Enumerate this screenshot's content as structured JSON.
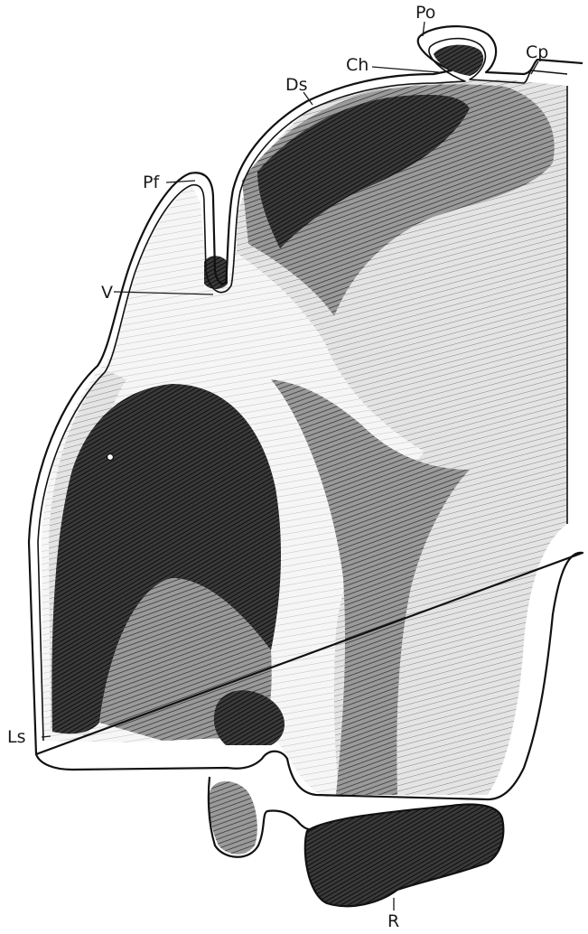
{
  "labels": {
    "po": "Po",
    "cp": "Cp",
    "ch": "Ch",
    "ds": "Ds",
    "pf": "Pf",
    "v": "V",
    "ls": "Ls",
    "r": "R"
  },
  "colors": {
    "ink": "#111111",
    "dark_tissue": "#1c1c1c",
    "mid_tissue": "#6a6a6a",
    "paper": "#ffffff"
  }
}
